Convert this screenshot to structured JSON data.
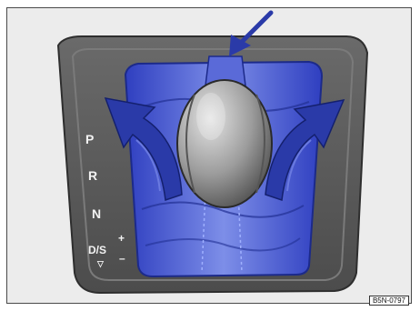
{
  "gate_labels": {
    "p": "P",
    "r": "R",
    "n": "N",
    "ds": "D/S",
    "plus": "+",
    "minus": "–",
    "down": "▽"
  },
  "figure_code": "B5N-0797",
  "colors": {
    "background": "#ececec",
    "console": "#5b5b5b",
    "boot": "#3f4fd0",
    "knob": "#9a9a9a",
    "arrow": "#2a3aa8"
  },
  "icons": [
    "push-down-arrow-icon",
    "tilt-left-arrow-icon",
    "tilt-right-arrow-icon"
  ]
}
